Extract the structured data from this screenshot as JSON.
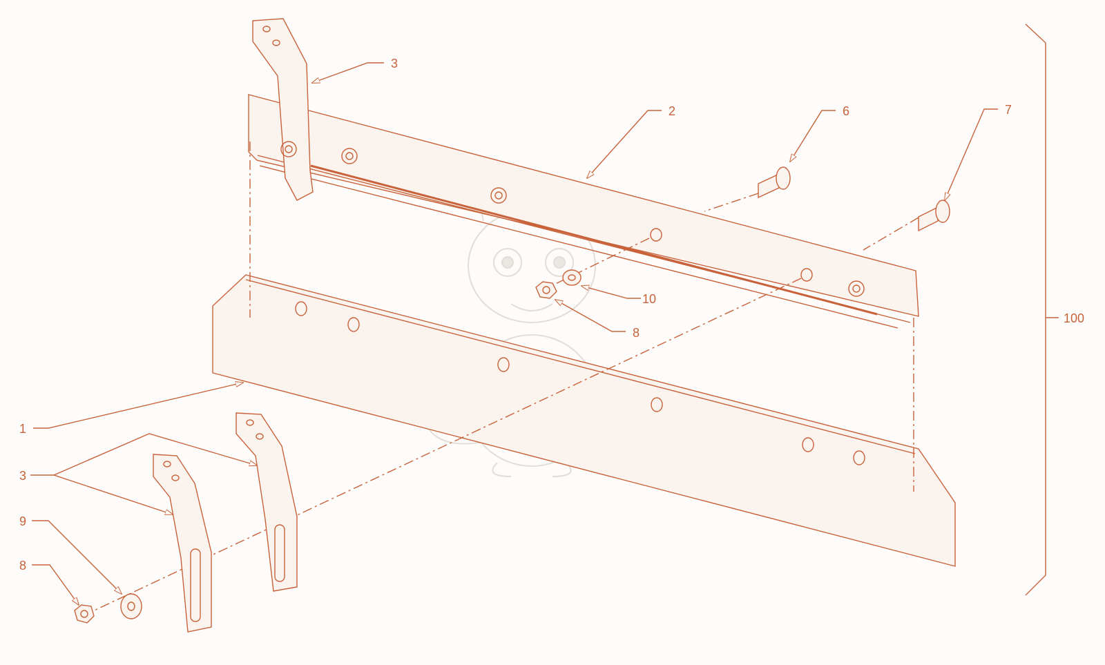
{
  "colors": {
    "line": "#c8623a",
    "fill": "#fbf3ee",
    "ghost": "#dcd6d0",
    "background": "#fdfcfa"
  },
  "callouts": {
    "c1": "1",
    "c2": "2",
    "c3_top": "3",
    "c3_left": "3",
    "c6": "6",
    "c7": "7",
    "c8_mid": "8",
    "c8_left": "8",
    "c9": "9",
    "c10": "10",
    "c100": "100"
  },
  "watermark": "dragon-mascot-watermark"
}
